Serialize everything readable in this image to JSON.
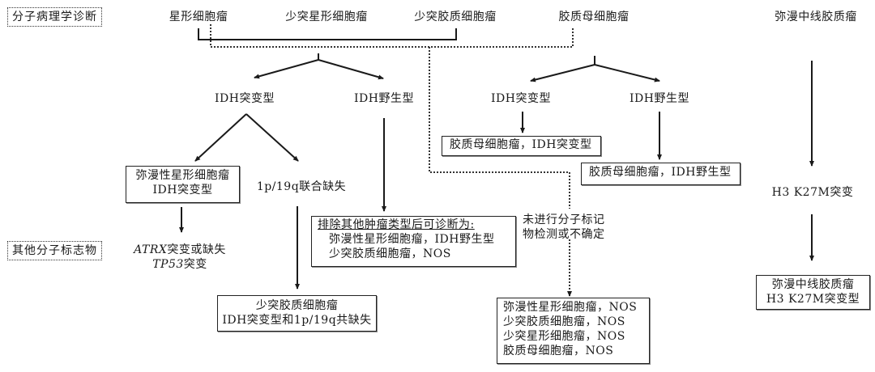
{
  "row_labels": {
    "molecular_diagnosis": "分子病理学诊断",
    "other_markers": "其他分子标志物"
  },
  "top_categories": {
    "astrocytoma": "星形细胞瘤",
    "oligoastrocytoma": "少突星形细胞瘤",
    "oligodendroglioma": "少突胶质细胞瘤",
    "glioblastoma": "胶质母细胞瘤",
    "diffuse_midline_glioma": "弥漫中线胶质瘤"
  },
  "left_branch": {
    "idh_mutant": "IDH突变型",
    "idh_wildtype": "IDH野生型",
    "diffuse_astro_box": [
      "弥漫性星形细胞瘤",
      "IDH突变型"
    ],
    "codeletion": "1p/19q联合缺失",
    "markers": {
      "line1_gene": "ATRX",
      "line1_rest": "突变或缺失",
      "line2_gene": "TP53",
      "line2_rest": "突变"
    },
    "exclusion_box": {
      "heading": "排除其他肿瘤类型后可诊断为:",
      "items": [
        "弥漫性星形细胞瘤，IDH野生型",
        "少突胶质细胞瘤，NOS"
      ]
    },
    "oligo_box": [
      "少突胶质细胞瘤",
      "IDH突变型和1p/19q共缺失"
    ]
  },
  "gbm_branch": {
    "idh_mutant": "IDH突变型",
    "idh_wildtype": "IDH野生型",
    "mutant_box": "胶质母细胞瘤，IDH突变型",
    "wildtype_box": "胶质母细胞瘤，IDH野生型"
  },
  "nos_branch": {
    "note": [
      "未进行分子标记",
      "物检测或不确定"
    ],
    "box_items": [
      "弥漫性星形细胞瘤，NOS",
      "少突胶质细胞瘤，NOS",
      "少突星形细胞瘤，NOS",
      "胶质母细胞瘤，NOS"
    ]
  },
  "midline_branch": {
    "mutation": "H3 K27M突变",
    "box": [
      "弥漫中线胶质瘤",
      "H3 K27M突变型"
    ]
  },
  "colors": {
    "line": "#1a1a1a",
    "text": "#1a1a1a",
    "background": "#ffffff"
  }
}
